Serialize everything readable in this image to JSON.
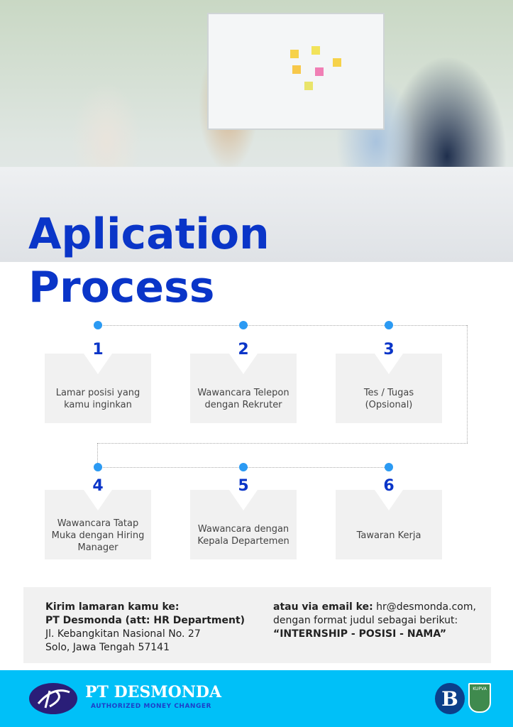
{
  "title": {
    "line1": "Aplication",
    "line2": "Process"
  },
  "steps": [
    {
      "num": "1",
      "text": "Lamar posisi yang kamu inginkan"
    },
    {
      "num": "2",
      "text": "Wawancara Telepon dengan Rekruter"
    },
    {
      "num": "3",
      "text": "Tes / Tugas (Opsional)"
    },
    {
      "num": "4",
      "text": "Wawancara Tatap Muka dengan Hiring Manager"
    },
    {
      "num": "5",
      "text": "Wawancara dengan Kepala Departemen"
    },
    {
      "num": "6",
      "text": "Tawaran Kerja"
    }
  ],
  "contact": {
    "heading": "Kirim lamaran kamu ke:",
    "company": "PT Desmonda (att: HR Department)",
    "address1": "Jl. Kebangkitan Nasional No. 27",
    "address2": "Solo, Jawa Tengah 57141",
    "email_label": "atau via email ke:",
    "email": "hr@desmonda.com,",
    "format_text": "dengan format judul sebagai berikut:",
    "format": "“INTERNSHIP - POSISI - NAMA”"
  },
  "footer": {
    "brand": "PT DESMONDA",
    "tagline": "AUTHORIZED MONEY CHANGER",
    "badge": "KUPVA"
  },
  "colors": {
    "accent": "#0a35c8",
    "dot": "#2b9af3",
    "footer": "#00c0f8"
  }
}
